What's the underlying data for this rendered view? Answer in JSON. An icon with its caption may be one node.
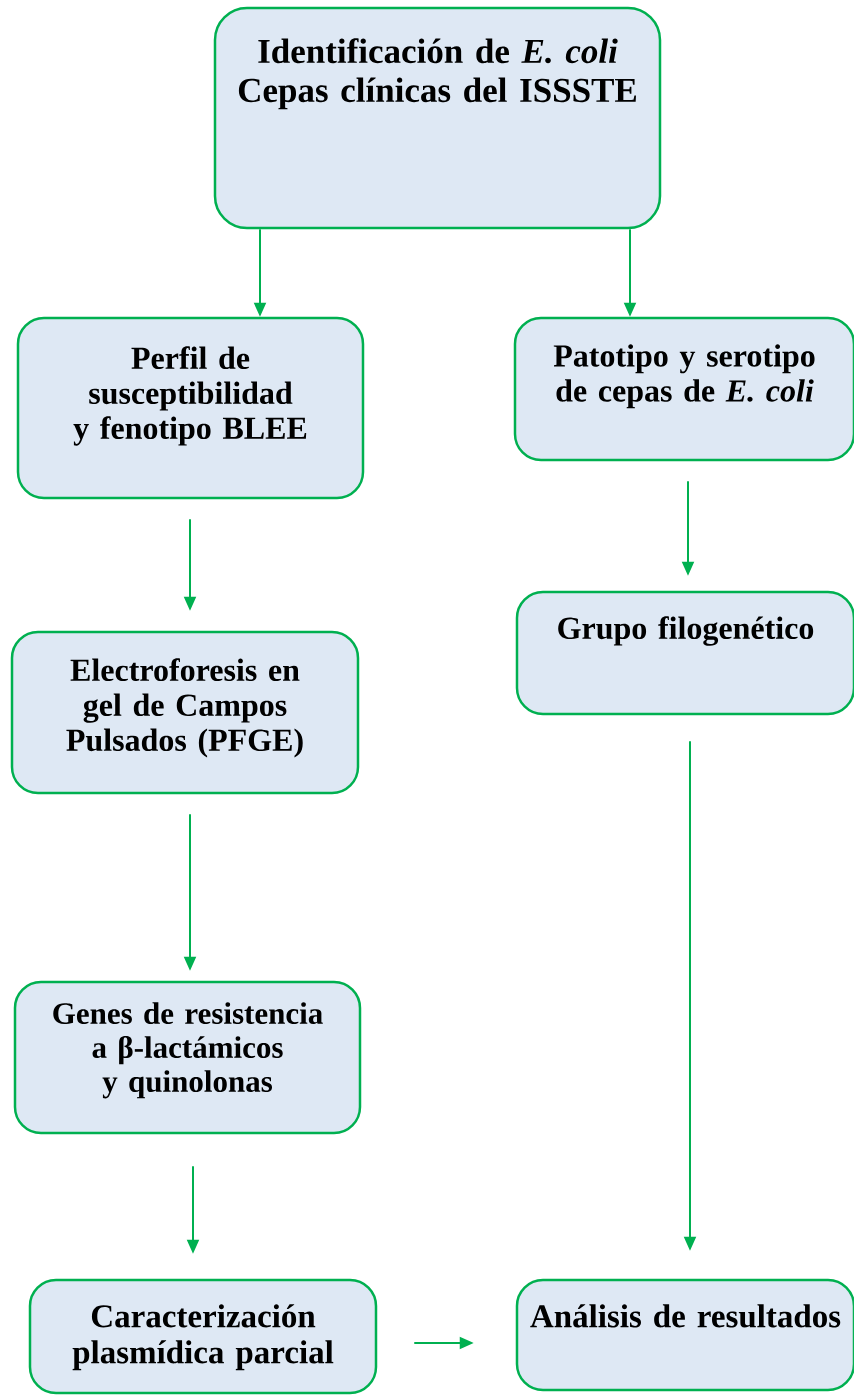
{
  "diagram": {
    "nodes": [
      {
        "text": [
          "Identificación de *E. coli* Cepas clínicas del ISSSTE"
        ]
      },
      {
        "text": [
          "Perfil de susceptibilidad y fenotipo BLEE"
        ]
      },
      {
        "text": [
          "Patotipo y serotipo de cepas de *E. coli*"
        ]
      },
      {
        "text": [
          "Electroforesis en gel de Campos Pulsados (PFGE)"
        ]
      },
      {
        "text": [
          "Grupo filogenético"
        ]
      },
      {
        "text": [
          "Genes de resistencia a β-lactámicos y quinolonas"
        ]
      },
      {
        "text": [
          "Caracterización plasmídica parcial"
        ]
      },
      {
        "text": [
          "Análisis de resultados"
        ]
      }
    ],
    "edges": [
      {
        "from": 0,
        "to": 1,
        "arrow": "to"
      },
      {
        "from": 0,
        "to": 2,
        "arrow": "to"
      },
      {
        "from": 1,
        "to": 3,
        "arrow": "to"
      },
      {
        "from": 2,
        "to": 4,
        "arrow": "to"
      },
      {
        "from": 3,
        "to": 5,
        "arrow": "to"
      },
      {
        "from": 5,
        "to": 6,
        "arrow": "to"
      },
      {
        "from": 4,
        "to": 7,
        "arrow": "to"
      },
      {
        "from": 6,
        "to": 7,
        "arrow": "to"
      }
    ]
  }
}
